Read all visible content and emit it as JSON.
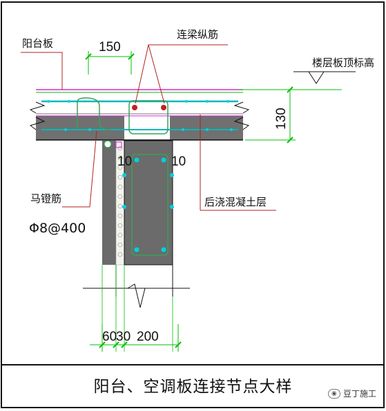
{
  "title": "阳台、空调板连接节点大样",
  "watermark": "豆丁施工",
  "labels": {
    "balcony_slab": "阳台板",
    "beam_long_bar": "连梁纵筋",
    "floor_top_elev": "楼层板顶标高",
    "post_cast_layer": "后浇混凝土层",
    "horse_stool_bar": "马镫筋",
    "horse_stool_spec": "Φ8@400"
  },
  "dimensions": {
    "overlap": "150",
    "slab_thickness": "130",
    "gap_left": "10",
    "gap_right": "10",
    "insul_a": "60",
    "insul_b": "30",
    "wall": "200"
  },
  "colors": {
    "concrete": "#6b6b6b",
    "precast_face": "#d8d8d8",
    "green_dim": "#00c000",
    "magenta": "#e020e0",
    "cyan_bar": "#00b8b8",
    "rebar_green": "#3aa05a",
    "leader_red": "#b22020"
  }
}
